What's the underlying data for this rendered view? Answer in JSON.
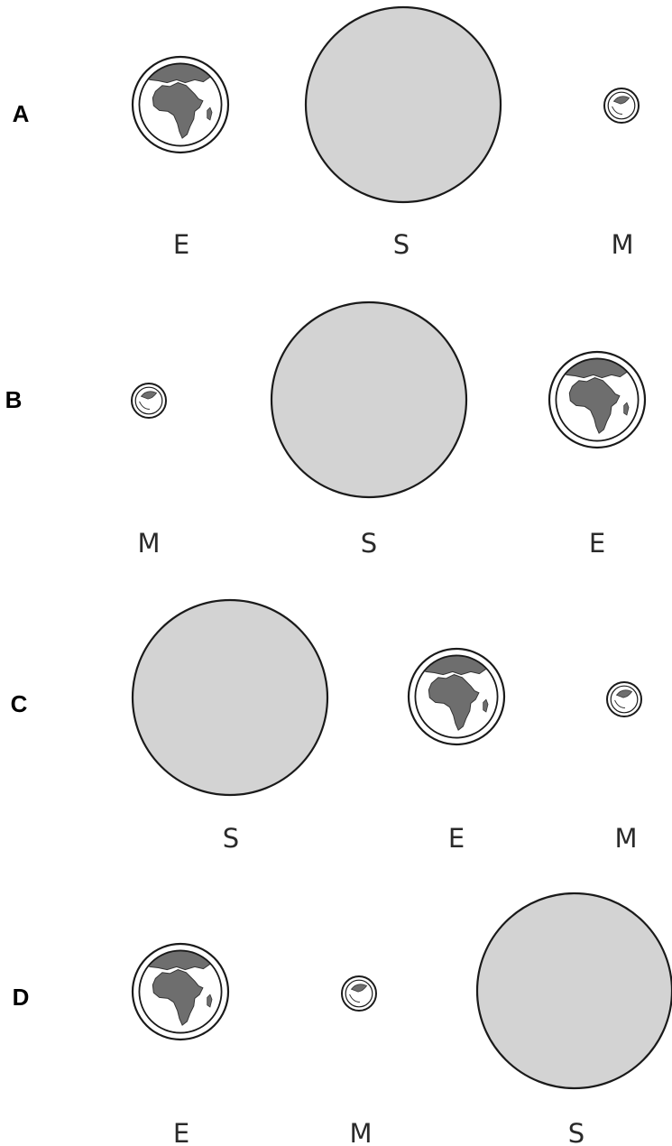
{
  "diagram": {
    "colors": {
      "sun_fill": "#d3d3d3",
      "outline": "#1a1a1a",
      "land": "#6e6e6e",
      "background": "#ffffff"
    },
    "options": [
      {
        "letter": "A",
        "bodies": [
          {
            "kind": "earth",
            "label": "E"
          },
          {
            "kind": "sun",
            "label": "S"
          },
          {
            "kind": "moon",
            "label": "M"
          }
        ]
      },
      {
        "letter": "B",
        "bodies": [
          {
            "kind": "moon",
            "label": "M"
          },
          {
            "kind": "sun",
            "label": "S"
          },
          {
            "kind": "earth",
            "label": "E"
          }
        ]
      },
      {
        "letter": "C",
        "bodies": [
          {
            "kind": "sun",
            "label": "S"
          },
          {
            "kind": "earth",
            "label": "E"
          },
          {
            "kind": "moon",
            "label": "M"
          }
        ]
      },
      {
        "letter": "D",
        "bodies": [
          {
            "kind": "earth",
            "label": "E"
          },
          {
            "kind": "moon",
            "label": "M"
          },
          {
            "kind": "sun",
            "label": "S"
          }
        ]
      }
    ]
  }
}
